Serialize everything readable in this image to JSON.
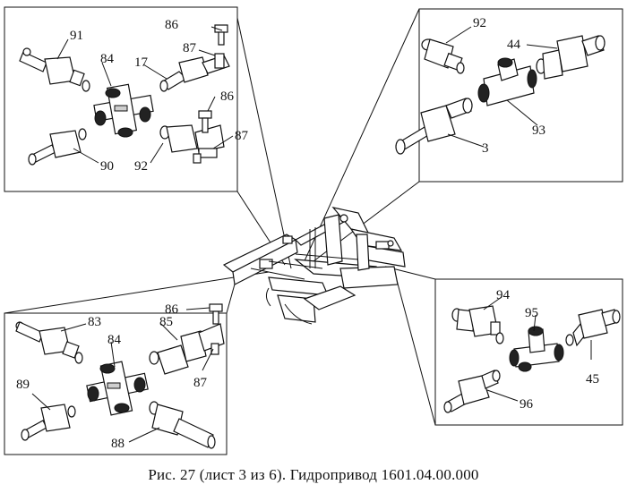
{
  "caption": "Рис. 27 (лист 3 из 6). Гидропривод 1601.04.00.000",
  "panels": {
    "top_left": {
      "labels": {
        "p91": "91",
        "p86a": "86",
        "p87a": "87",
        "p84": "84",
        "p17": "17",
        "p86b": "86",
        "p87b": "87",
        "p90": "90",
        "p92": "92"
      }
    },
    "top_right": {
      "labels": {
        "p92": "92",
        "p44": "44",
        "p93": "93",
        "p3": "3"
      }
    },
    "bottom_left": {
      "labels": {
        "p86": "86",
        "p83": "83",
        "p85": "85",
        "p84": "84",
        "p87": "87",
        "p89": "89",
        "p88": "88"
      }
    },
    "bottom_right": {
      "labels": {
        "p94": "94",
        "p95": "95",
        "p96": "96",
        "p45": "45"
      }
    }
  }
}
